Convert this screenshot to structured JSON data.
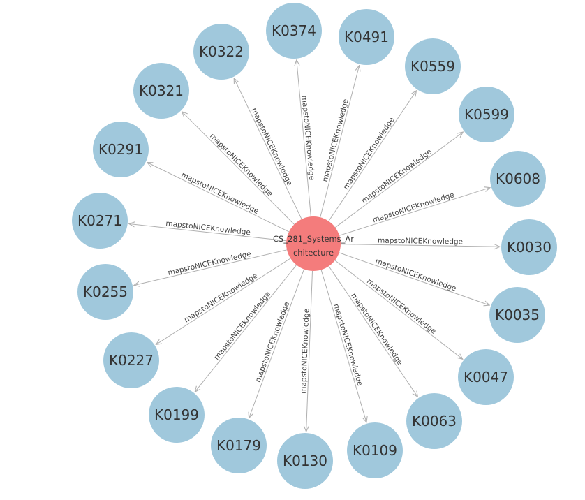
{
  "colors": {
    "center_fill": "#f47c7c",
    "node_fill": "#a0c8dc",
    "edge": "#b0b0b0",
    "text": "#333333"
  },
  "center": {
    "label_line1": "CS_281_Systems_Ar",
    "label_line2": "chitecture"
  },
  "edge_label": "mapstoNICEKnowledge",
  "nodes": [
    {
      "id": "K0374"
    },
    {
      "id": "K0491"
    },
    {
      "id": "K0559"
    },
    {
      "id": "K0599"
    },
    {
      "id": "K0608"
    },
    {
      "id": "K0030"
    },
    {
      "id": "K0035"
    },
    {
      "id": "K0047"
    },
    {
      "id": "K0063"
    },
    {
      "id": "K0109"
    },
    {
      "id": "K0130"
    },
    {
      "id": "K0179"
    },
    {
      "id": "K0199"
    },
    {
      "id": "K0227"
    },
    {
      "id": "K0255"
    },
    {
      "id": "K0271"
    },
    {
      "id": "K0291"
    },
    {
      "id": "K0321"
    },
    {
      "id": "K0322"
    }
  ]
}
